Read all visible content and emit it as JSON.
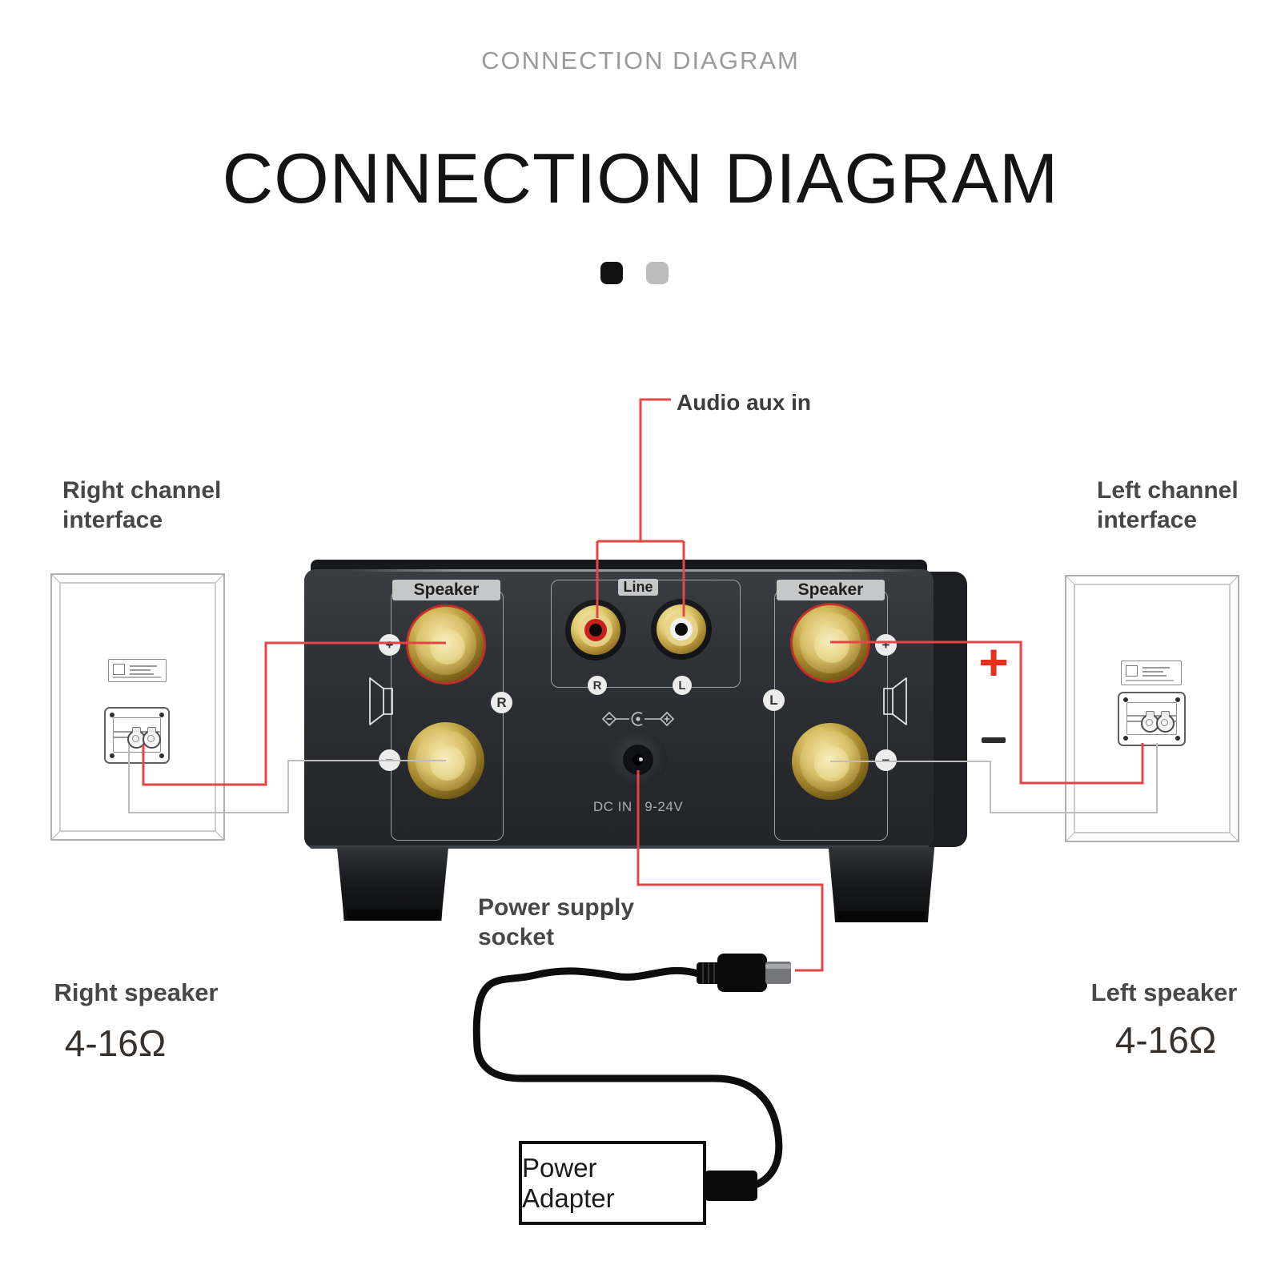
{
  "header": {
    "eyebrow_title": "CONNECTION DIAGRAM",
    "main_title": "CONNECTION DIAGRAM",
    "carousel_dots": [
      {
        "state": "active"
      },
      {
        "state": "inactive"
      }
    ]
  },
  "callouts": {
    "audio_aux_in": "Audio aux in",
    "right_channel_interface": [
      "Right channel",
      "interface"
    ],
    "left_channel_interface": [
      "Left channel",
      "interface"
    ],
    "power_supply_socket": [
      "Power supply",
      "socket"
    ],
    "right_speaker": {
      "label": "Right speaker",
      "impedance": "4-16Ω"
    },
    "left_speaker": {
      "label": "Left speaker",
      "impedance": "4-16Ω"
    },
    "polarity_plus": "+",
    "polarity_minus": ""
  },
  "amplifier": {
    "left_section": {
      "label": "Speaker",
      "plus": "+",
      "minus": "−",
      "channel": "R"
    },
    "line_section": {
      "label": "Line",
      "right_jack": "R",
      "left_jack": "L"
    },
    "right_section": {
      "label": "Speaker",
      "plus": "+",
      "minus": "−",
      "channel": "L"
    },
    "dc_input": {
      "label": "DC IN : 9-24V"
    }
  },
  "power_adapter": {
    "label": "Power Adapter"
  },
  "colors": {
    "wire_red": "#e64545",
    "wire_gray": "#bdbdbd",
    "accent_plus": "#e5311d",
    "ring_red": "#c8201d",
    "ring_white": "#f0f0f0",
    "panel": "#2c2f33"
  }
}
